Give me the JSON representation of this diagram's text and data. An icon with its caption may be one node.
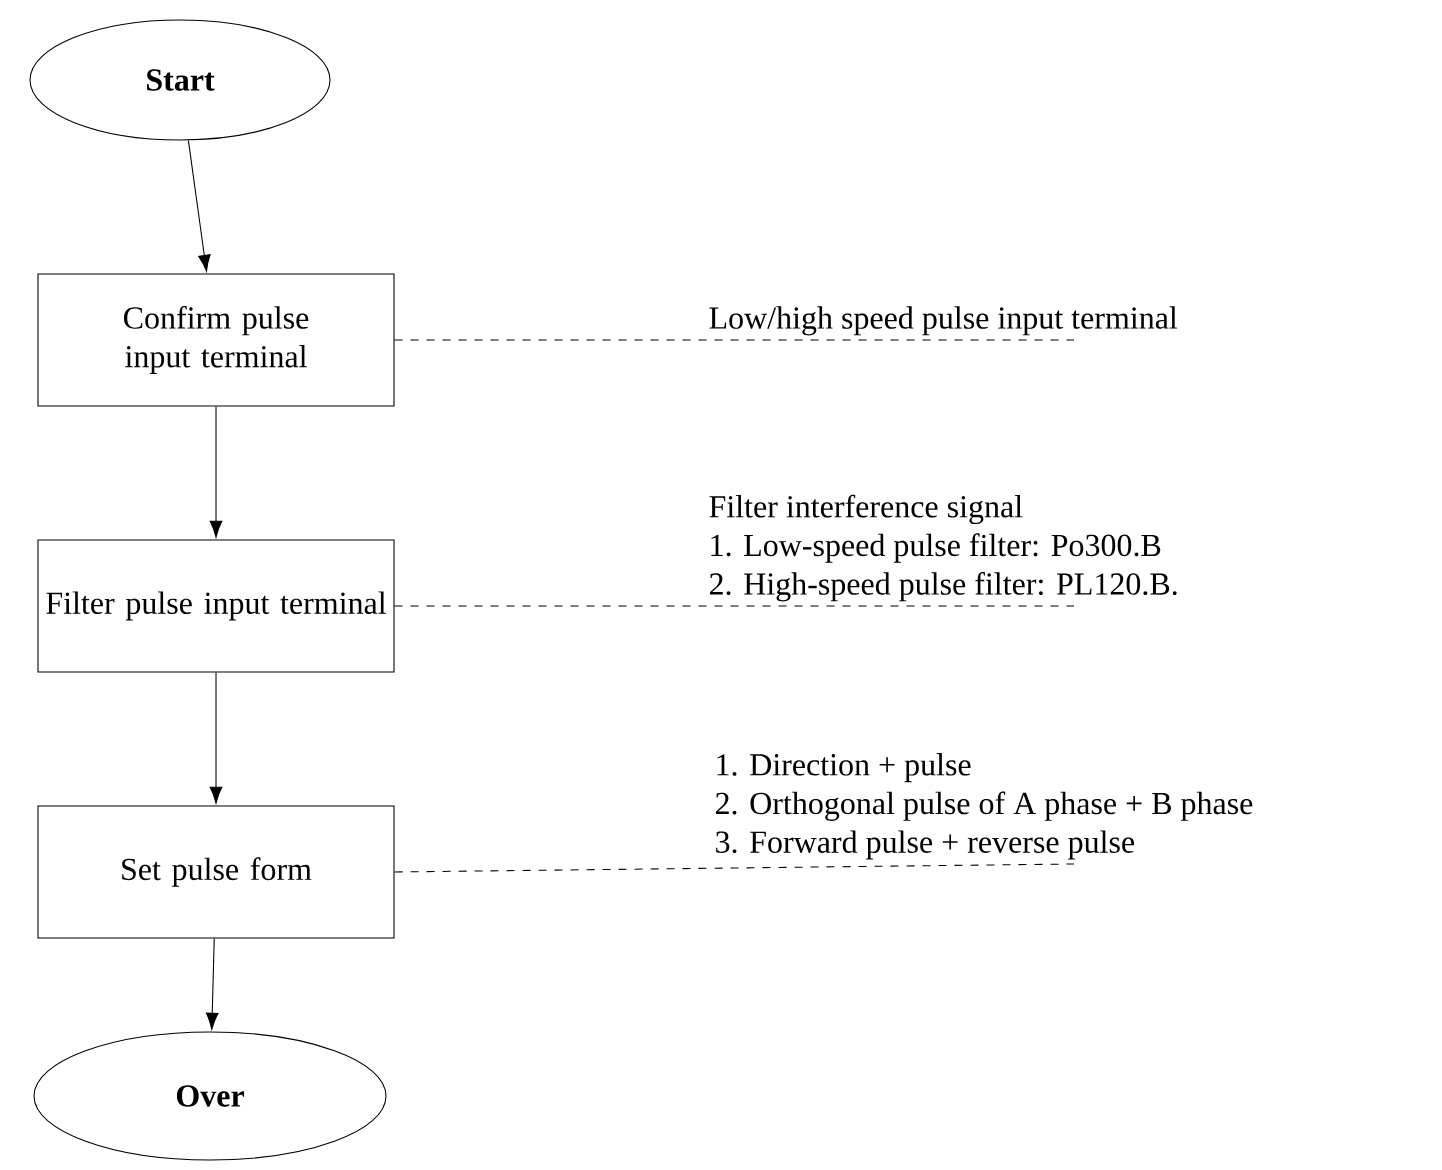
{
  "diagram": {
    "nodes": [
      {
        "text": [
          "Start"
        ]
      },
      {
        "text": [
          "Confirm pulse input terminal"
        ]
      },
      {
        "text": [
          "Low/high speed pulse input terminal"
        ]
      },
      {
        "text": [
          "Filter pulse input terminal"
        ]
      },
      {
        "text": [
          "Filter interference signal",
          "1. Low-speed pulse filter: Po300.B",
          "2. High-speed pulse filter: PL120.B."
        ]
      },
      {
        "text": [
          "Set pulse form"
        ]
      },
      {
        "text": [
          "1. Direction + pulse",
          "2. Orthogonal pulse of A phase + B phase",
          "3. Forward pulse + reverse pulse"
        ]
      },
      {
        "text": [
          "Over"
        ]
      }
    ],
    "edges": [
      {
        "from": 0,
        "to": 1,
        "arrow": "to"
      },
      {
        "from": 1,
        "to": 2,
        "arrow": "none",
        "style": "dashed"
      },
      {
        "from": 1,
        "to": 3,
        "arrow": "to"
      },
      {
        "from": 3,
        "to": 4,
        "arrow": "none",
        "style": "dashed"
      },
      {
        "from": 3,
        "to": 5,
        "arrow": "to"
      },
      {
        "from": 5,
        "to": 6,
        "arrow": "none",
        "style": "dashed"
      },
      {
        "from": 5,
        "to": 7,
        "arrow": "to"
      }
    ]
  }
}
